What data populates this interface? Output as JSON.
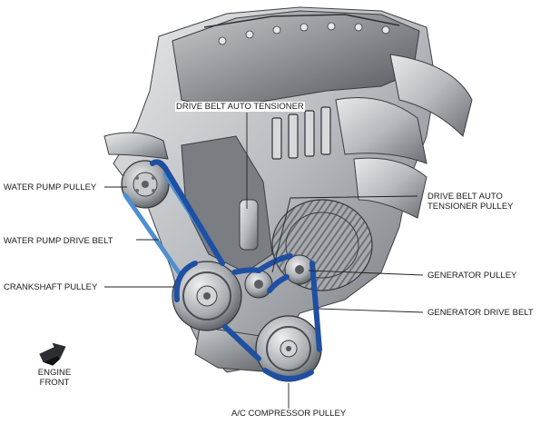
{
  "labels": {
    "auto_tensioner": "DRIVE BELT AUTO TENSIONER",
    "water_pump_pulley": "WATER PUMP PULLEY",
    "tensioner_pulley_line1": "DRIVE BELT AUTO",
    "tensioner_pulley_line2": "TENSIONER PULLEY",
    "water_pump_drive_belt": "WATER PUMP DRIVE BELT",
    "crankshaft_pulley": "CRANKSHAFT PULLEY",
    "generator_pulley": "GENERATOR PULLEY",
    "generator_drive_belt": "GENERATOR DRIVE BELT",
    "ac_compressor_pulley": "A/C COMPRESSOR PULLEY",
    "engine_front_line1": "ENGINE",
    "engine_front_line2": "FRONT"
  },
  "colors": {
    "generator_drive_belt": "#1f4fa3",
    "water_pump_drive_belt": "#4f8fd0",
    "engine_metal": "#b9bcc0",
    "engine_shadow": "#5f6368",
    "leader_line": "#222222"
  },
  "icons": {
    "direction_arrow": "engine-front-arrow-icon"
  }
}
